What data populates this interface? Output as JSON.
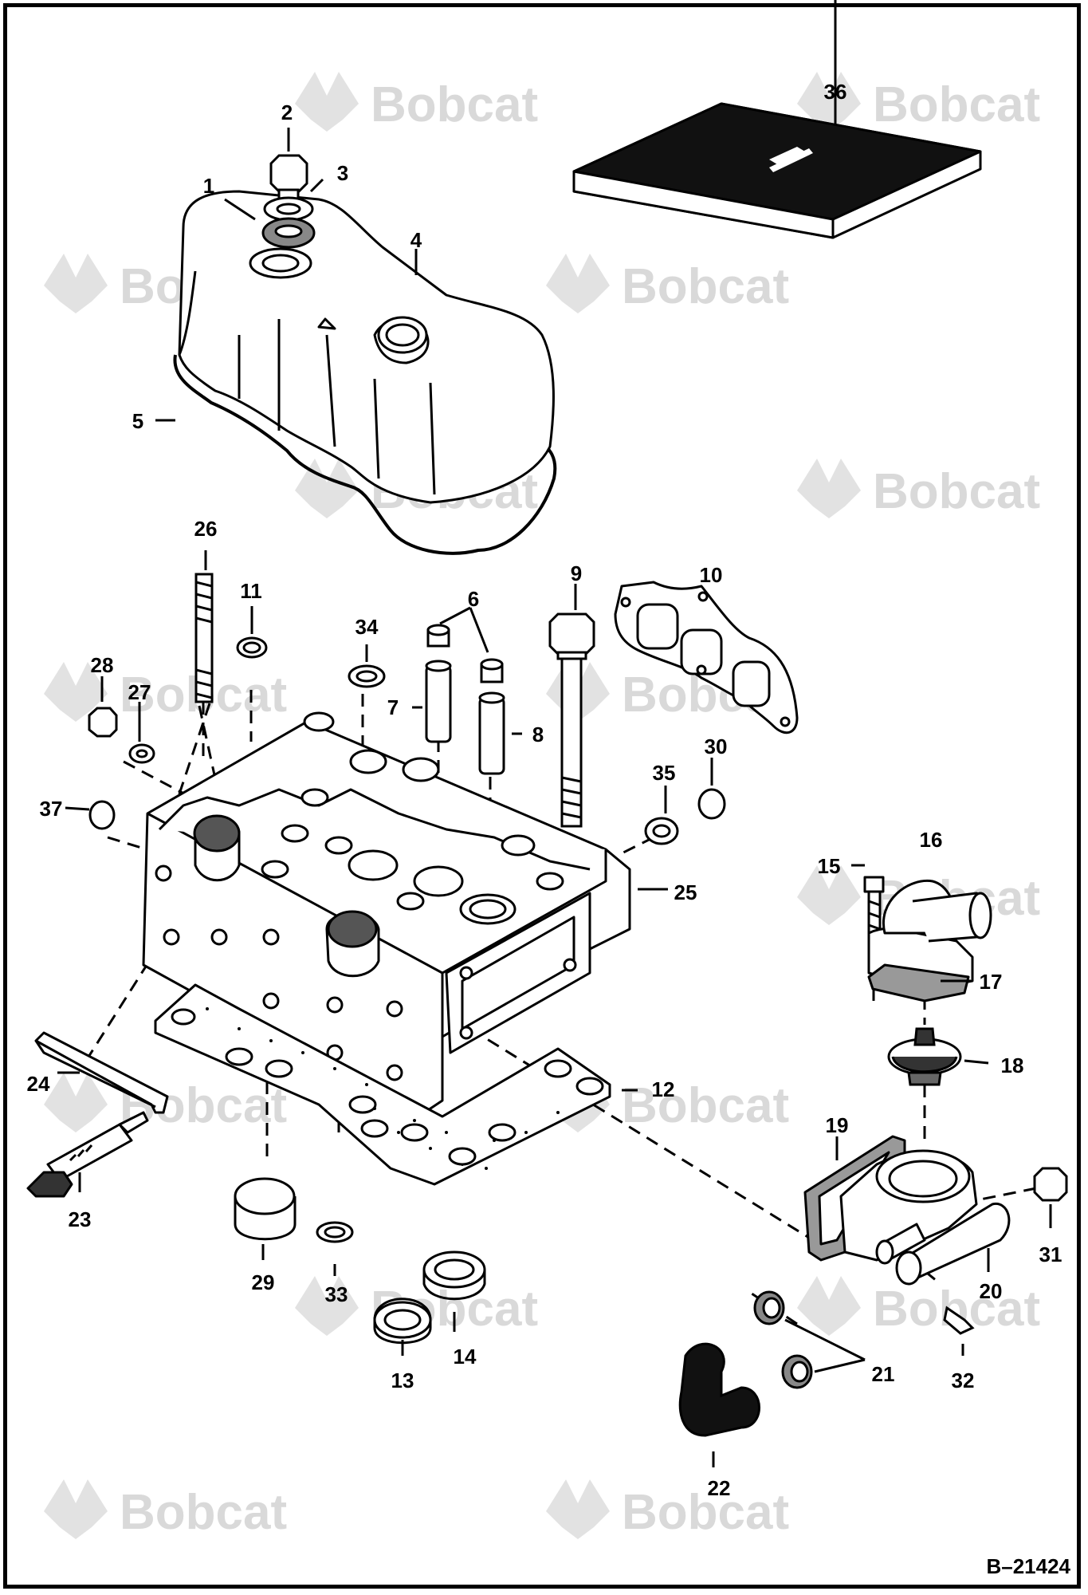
{
  "watermark": {
    "text": "Bobcat",
    "color": "#d9d9d9"
  },
  "drawing_number": "B–21424",
  "callouts": [
    {
      "id": "c1",
      "label": "1"
    },
    {
      "id": "c2",
      "label": "2"
    },
    {
      "id": "c3",
      "label": "3"
    },
    {
      "id": "c4",
      "label": "4"
    },
    {
      "id": "c5",
      "label": "5"
    },
    {
      "id": "c6",
      "label": "6"
    },
    {
      "id": "c7",
      "label": "7"
    },
    {
      "id": "c8",
      "label": "8"
    },
    {
      "id": "c9",
      "label": "9"
    },
    {
      "id": "c10",
      "label": "10"
    },
    {
      "id": "c11",
      "label": "11"
    },
    {
      "id": "c12",
      "label": "12"
    },
    {
      "id": "c13",
      "label": "13"
    },
    {
      "id": "c14",
      "label": "14"
    },
    {
      "id": "c15",
      "label": "15"
    },
    {
      "id": "c16",
      "label": "16"
    },
    {
      "id": "c17",
      "label": "17"
    },
    {
      "id": "c18",
      "label": "18"
    },
    {
      "id": "c19",
      "label": "19"
    },
    {
      "id": "c20",
      "label": "20"
    },
    {
      "id": "c21",
      "label": "21"
    },
    {
      "id": "c22",
      "label": "22"
    },
    {
      "id": "c23",
      "label": "23"
    },
    {
      "id": "c24",
      "label": "24"
    },
    {
      "id": "c25",
      "label": "25"
    },
    {
      "id": "c26",
      "label": "26"
    },
    {
      "id": "c27",
      "label": "27"
    },
    {
      "id": "c28",
      "label": "28"
    },
    {
      "id": "c29",
      "label": "29"
    },
    {
      "id": "c30",
      "label": "30"
    },
    {
      "id": "c31",
      "label": "31"
    },
    {
      "id": "c32",
      "label": "32"
    },
    {
      "id": "c33",
      "label": "33"
    },
    {
      "id": "c34",
      "label": "34"
    },
    {
      "id": "c35",
      "label": "35"
    },
    {
      "id": "c36",
      "label": "36"
    },
    {
      "id": "c37",
      "label": "37"
    }
  ]
}
